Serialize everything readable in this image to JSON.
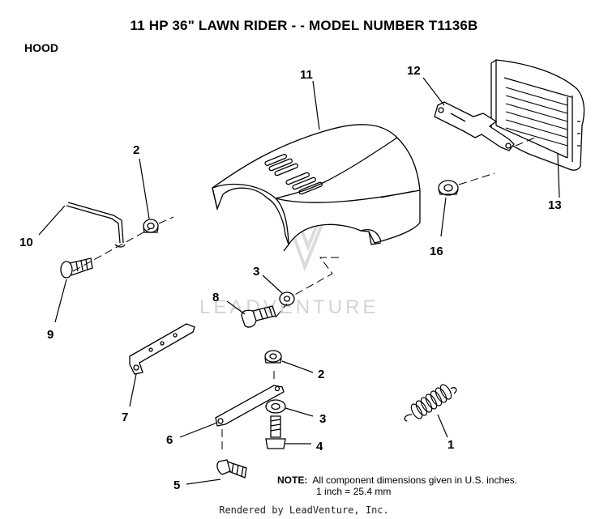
{
  "title": "11 HP 36\" LAWN RIDER - - MODEL NUMBER T1136B",
  "section": "HOOD",
  "watermark": "LEADVENTURE",
  "note": {
    "label": "NOTE:",
    "line1": "All component dimensions given in U.S. inches.",
    "line2": "1 inch = 25.4 mm"
  },
  "footer": "Rendered by LeadVenture, Inc.",
  "callouts": {
    "c1": "1",
    "c2a": "2",
    "c2b": "2",
    "c3a": "3",
    "c3b": "3",
    "c4": "4",
    "c5": "5",
    "c6": "6",
    "c7": "7",
    "c8": "8",
    "c9": "9",
    "c10": "10",
    "c11": "11",
    "c12": "12",
    "c13": "13",
    "c16": "16"
  }
}
